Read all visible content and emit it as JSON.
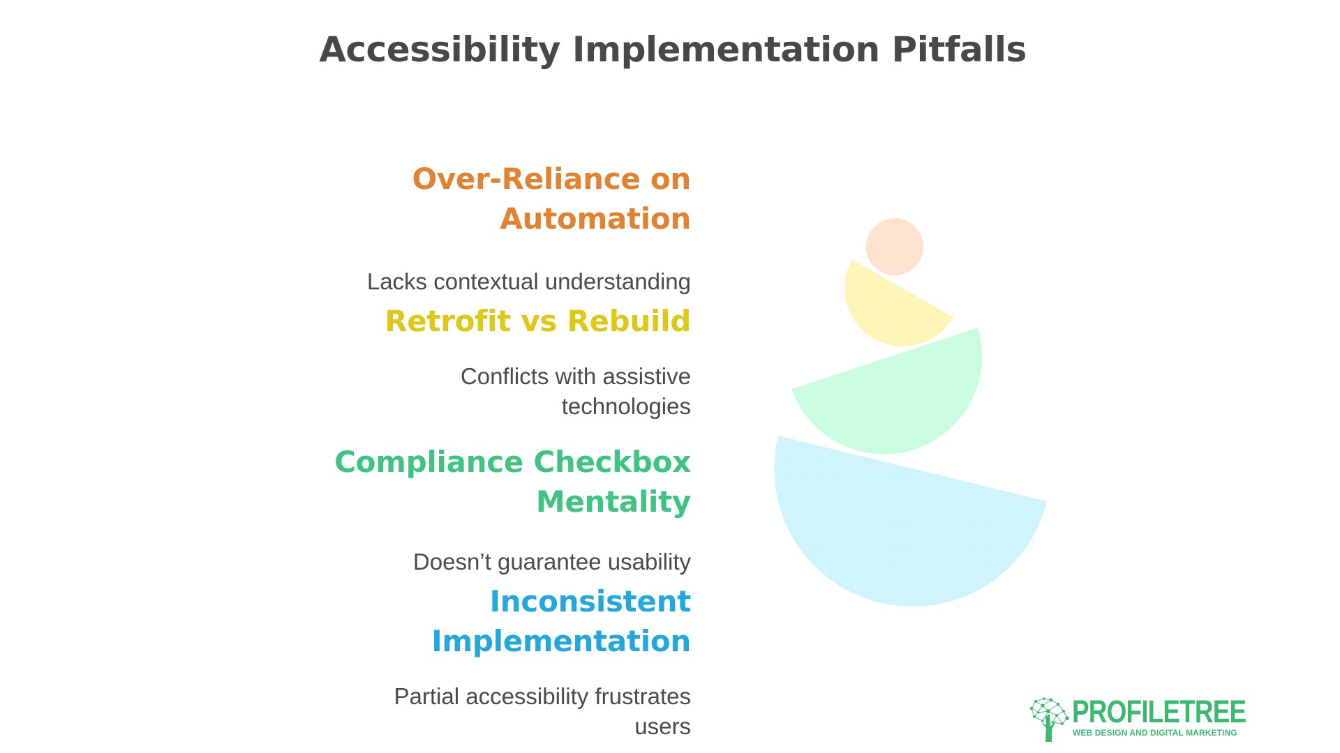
{
  "title": "Accessibility Implementation Pitfalls",
  "pitfalls": [
    {
      "heading_lines": [
        "Over-Reliance on",
        "Automation"
      ],
      "description_lines": [
        "Lacks contextual understanding"
      ],
      "color": "#E0822F",
      "shape": "circle",
      "shape_color": "#FDE2CF"
    },
    {
      "heading_lines": [
        "Retrofit vs Rebuild"
      ],
      "description_lines": [
        "Conflicts with assistive",
        "technologies"
      ],
      "color": "#DCC815",
      "shape": "half-circle",
      "shape_color": "#FDF5B8"
    },
    {
      "heading_lines": [
        "Compliance Checkbox",
        "Mentality"
      ],
      "description_lines": [
        "Doesn’t guarantee usability"
      ],
      "color": "#3DC480",
      "shape": "half-circle",
      "shape_color": "#C9FCE1"
    },
    {
      "heading_lines": [
        "Inconsistent",
        "Implementation"
      ],
      "description_lines": [
        "Partial accessibility frustrates",
        "users"
      ],
      "color": "#22A8DD",
      "shape": "half-circle",
      "shape_color": "#D0F4FD"
    }
  ],
  "logo": {
    "name": "PROFILETREE",
    "tagline": "WEB DESIGN AND DIGITAL MARKETING",
    "color": "#3CB96F"
  }
}
